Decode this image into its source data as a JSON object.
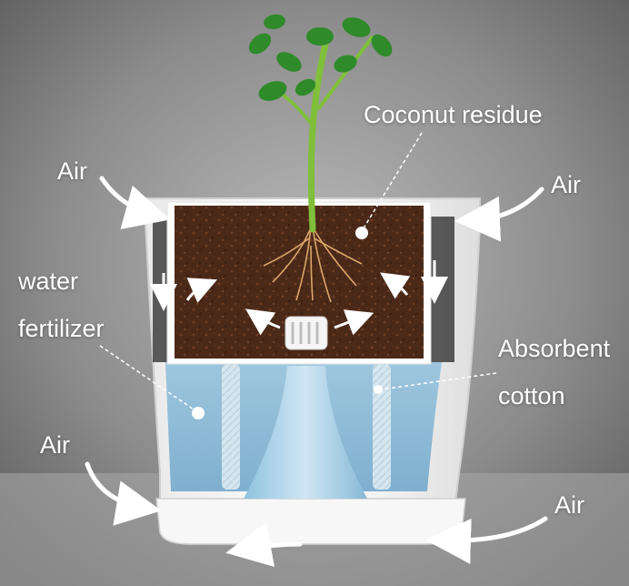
{
  "labels": {
    "coconut_residue": "Coconut residue",
    "air_top_left": "Air",
    "air_top_right": "Air",
    "water": "water",
    "fertilizer": "fertilizer",
    "absorbent": "Absorbent",
    "cotton": "cotton",
    "air_bottom_left": "Air",
    "air_bottom_right": "Air"
  },
  "colors": {
    "background": "#9a9a9a",
    "soil": "#4a2a1a",
    "water": "#a9cfe6",
    "pot": "#f3f3f3",
    "leaf": "#2f8a2a",
    "stem": "#7fbf3a",
    "label_text": "#ffffff"
  }
}
